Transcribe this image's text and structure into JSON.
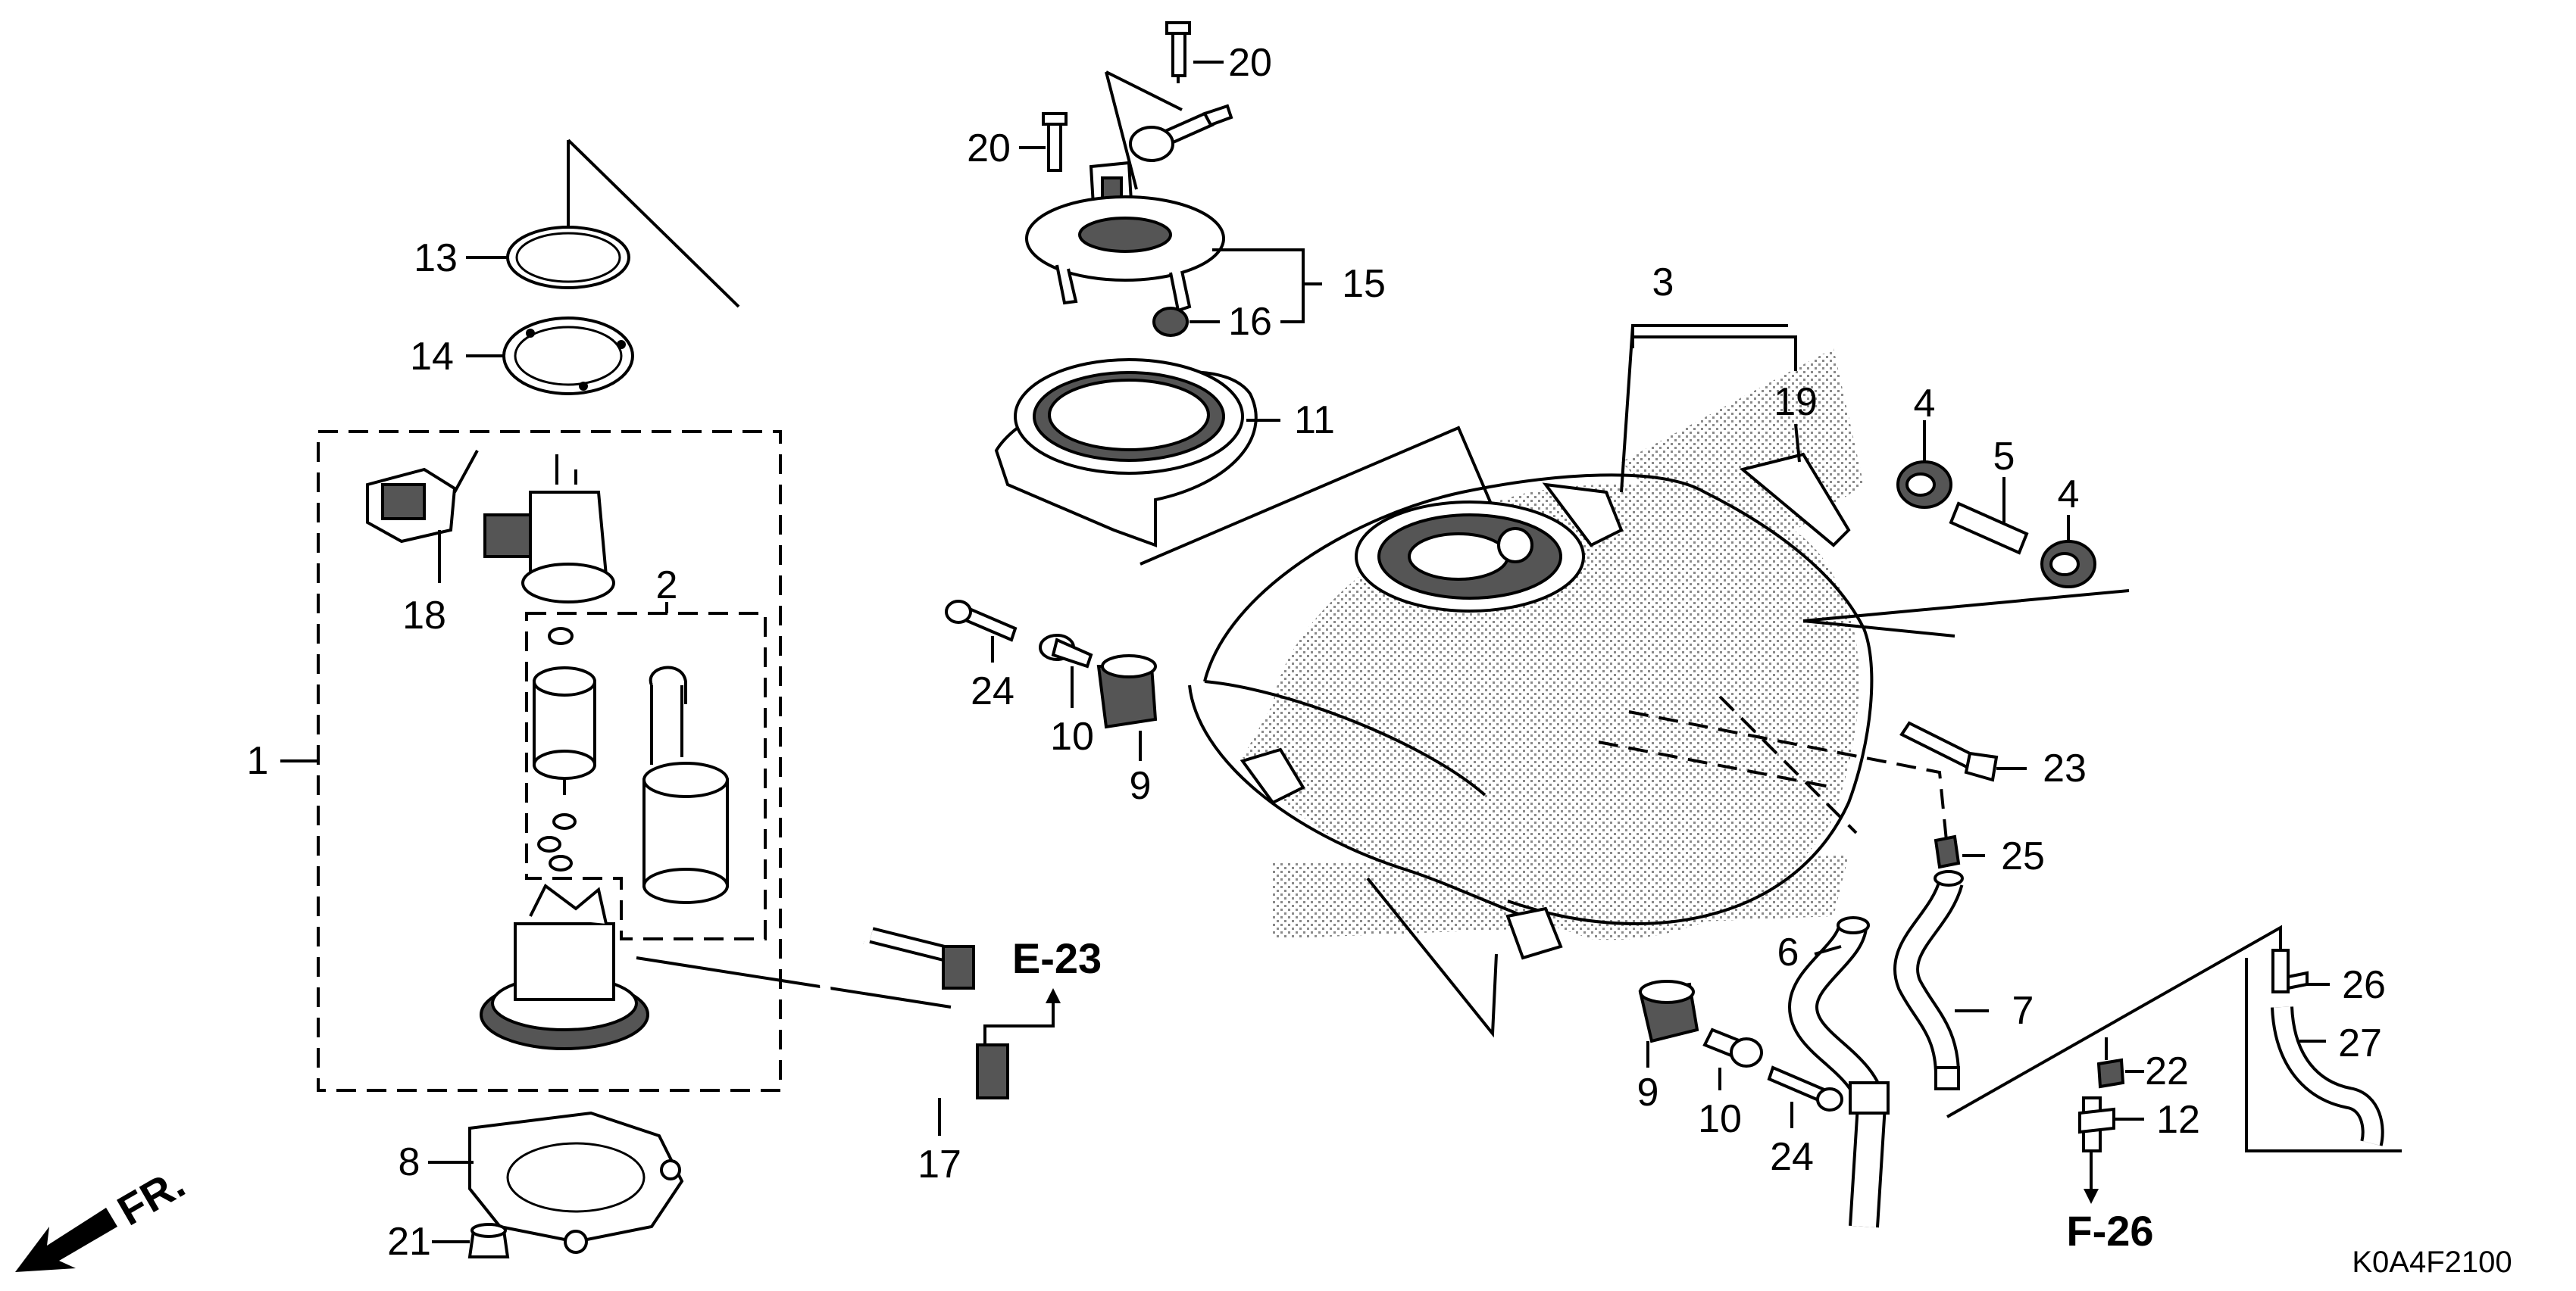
{
  "diagram": {
    "drawing_code": "K0A4F2100",
    "front_marker": "FR.",
    "callouts": {
      "c1": "1",
      "c2": "2",
      "c3": "3",
      "c4a": "4",
      "c4b": "4",
      "c5": "5",
      "c6": "6",
      "c7": "7",
      "c8": "8",
      "c9a": "9",
      "c9b": "9",
      "c10a": "10",
      "c10b": "10",
      "c11": "11",
      "c12": "12",
      "c13": "13",
      "c14": "14",
      "c15": "15",
      "c16": "16",
      "c17": "17",
      "c18": "18",
      "c19": "19",
      "c20a": "20",
      "c20b": "20",
      "c21": "21",
      "c22": "22",
      "c23": "23",
      "c24a": "24",
      "c24b": "24",
      "c25": "25",
      "c26": "26",
      "c27": "27"
    },
    "references": {
      "e23": "E-23",
      "f26": "F-26"
    }
  }
}
